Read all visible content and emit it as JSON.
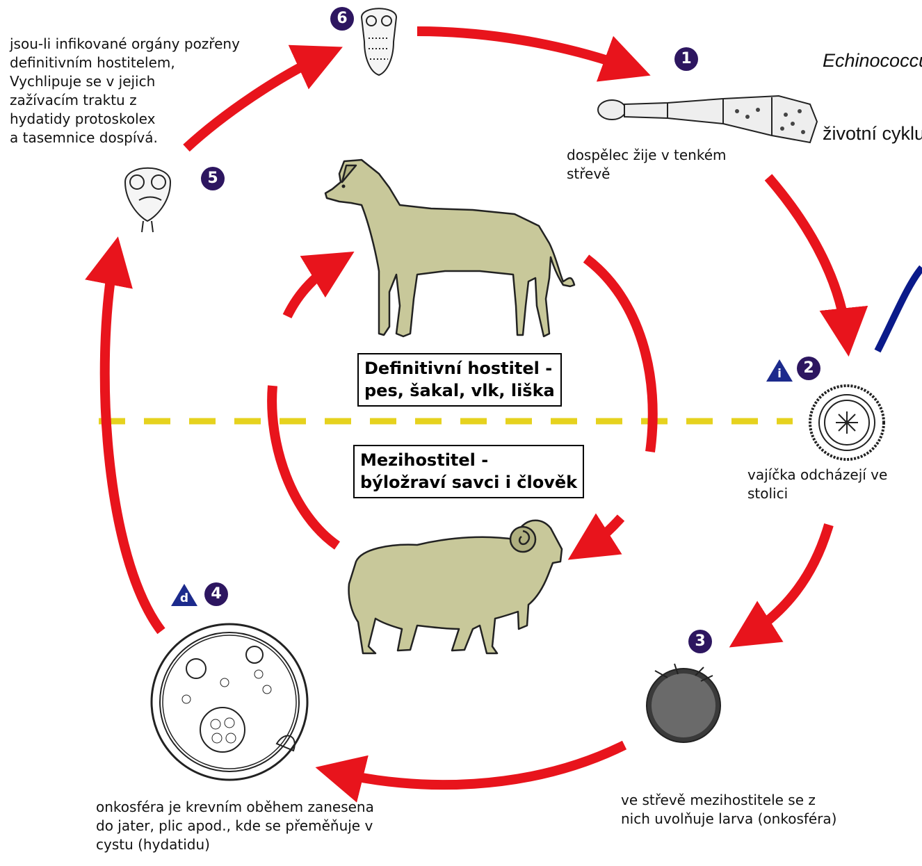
{
  "title": {
    "line1": "Echinococcus",
    "line2": "životní cyklus"
  },
  "definitive_host": {
    "label": "Definitivní hostitel -\npes, šakal, vlk, liška"
  },
  "intermediate_host": {
    "label": "Mezihostitel -\nbýložraví savci i člověk"
  },
  "stages": [
    {
      "number": "1",
      "text": "dospělec žije v tenkém\nstřevě"
    },
    {
      "number": "2",
      "text": "vajíčka odcházejí ve\nstolici",
      "marker": "i"
    },
    {
      "number": "3",
      "text": "ve střevě mezihostitele se z\nnich uvolňuje larva (onkosféra)"
    },
    {
      "number": "4",
      "text": "onkosféra je krevním oběhem zanesena\ndo jater, plic apod., kde se přeměňuje v\ncystu (hydatidu)",
      "marker": "d"
    },
    {
      "number": "5",
      "text": ""
    },
    {
      "number": "6",
      "text": "jsou-li infikované orgány pozřeny\ndefinitivním hostitelem,\nVychlipuje se v jejich\nzažívacím traktu z\nhydatidy protoskolex\na tasemnice dospívá."
    }
  ],
  "colors": {
    "arrow": "#e8141c",
    "divider": "#e6d21e",
    "host_fill": "#c8c89a",
    "badge": "#2d1660",
    "marker": "#1c2a8c",
    "blue_arc": "#0a1a8a"
  }
}
